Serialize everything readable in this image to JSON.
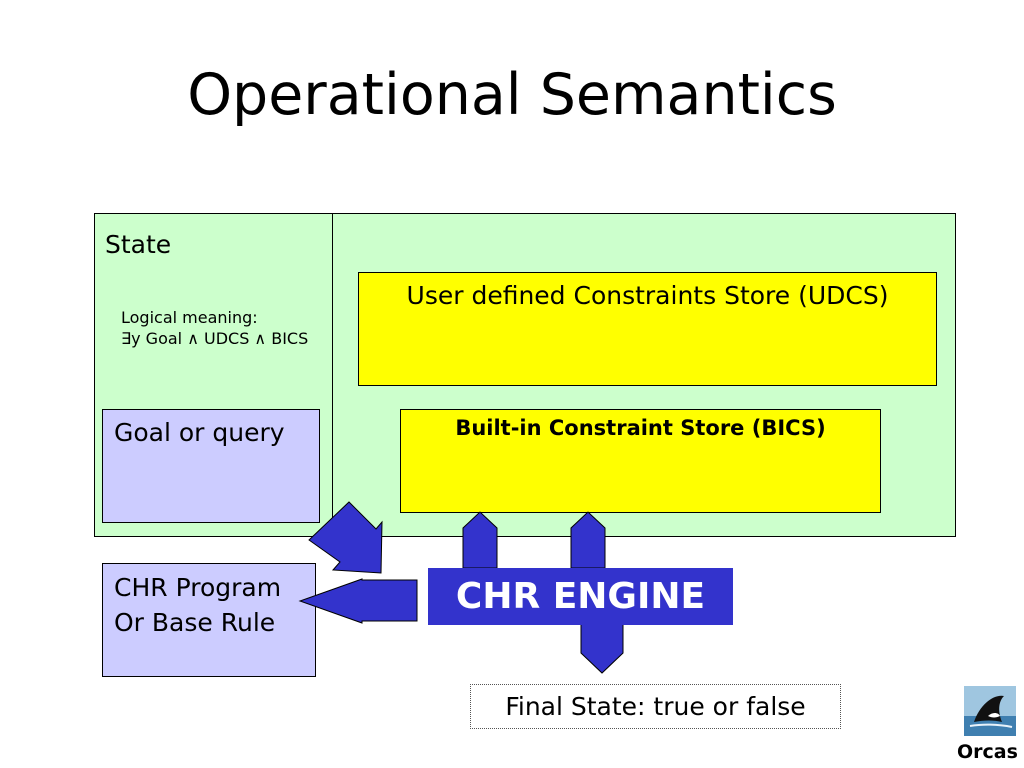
{
  "slide": {
    "title": "Operational Semantics",
    "state_label": "State",
    "logical_meaning": {
      "line1": "Logical meaning:",
      "line2": "∃y Goal ∧ UDCS ∧ BICS"
    },
    "goal_label": "Goal or query",
    "udcs_label": "User defined Constraints Store (UDCS)",
    "bics_label": "Built-in Constraint Store (BICS)",
    "chr_program": {
      "line1": "CHR Program",
      "line2": "Or Base Rule"
    },
    "engine_label": "CHR ENGINE",
    "final_state_label": "Final State: true or false",
    "logo_caption": "Orcas",
    "logo_icon": "orca-whale-icon"
  },
  "colors": {
    "state_fill": "#ccffcc",
    "store_fill": "#ffff00",
    "input_fill": "#ccccff",
    "engine_fill": "#3333cc",
    "arrow_fill": "#3333cc"
  }
}
